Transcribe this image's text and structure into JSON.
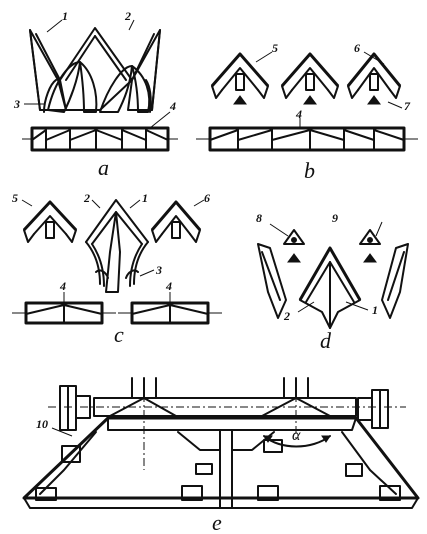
{
  "panels": {
    "a": {
      "caption": "a",
      "labels": [
        "1",
        "2",
        "3",
        "4"
      ]
    },
    "b": {
      "caption": "b",
      "labels": [
        "5",
        "6",
        "4",
        "7"
      ]
    },
    "c": {
      "caption": "c",
      "labels": [
        "5",
        "2",
        "1",
        "6",
        "3",
        "4",
        "4"
      ]
    },
    "d": {
      "caption": "d",
      "labels": [
        "8",
        "9",
        "2",
        "1"
      ]
    },
    "e": {
      "caption": "e",
      "labels": [
        "10"
      ],
      "angle_symbol": "α"
    }
  }
}
